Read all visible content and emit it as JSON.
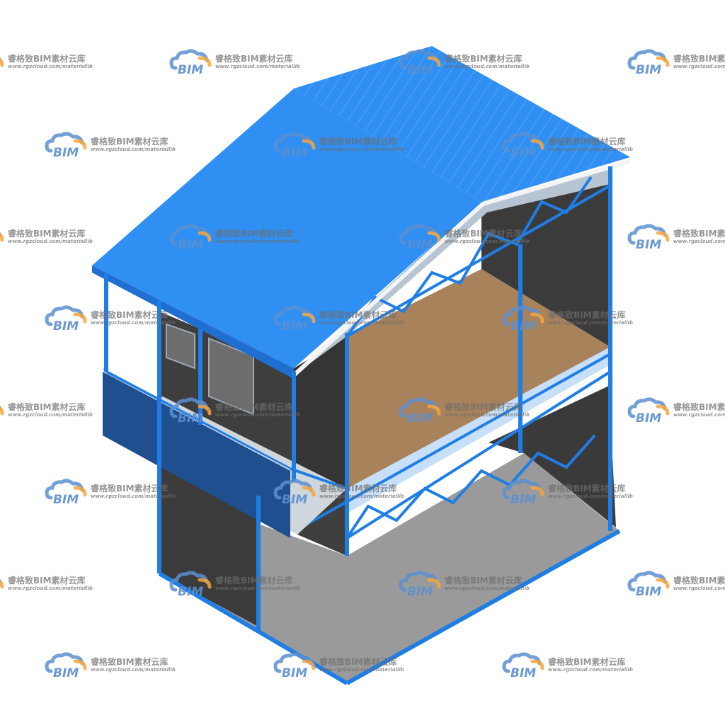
{
  "watermark": {
    "title": "睿格致BIM素材云库",
    "url": "www.rgzcloud.com/materiallib",
    "logo_text": "BIM",
    "logo_icon": "cloud-bim-logo-icon"
  },
  "colors": {
    "roof_blue": "#2f8ff2",
    "steel_blue": "#1e7ee6",
    "wall_dark": "#3b3b3b",
    "floor_wood": "#a8825b",
    "floor_grey": "#9a9a9a",
    "panel_navy": "#1f4f8f",
    "logo_blue": "#5b8fd0",
    "logo_orange": "#f4a640"
  }
}
